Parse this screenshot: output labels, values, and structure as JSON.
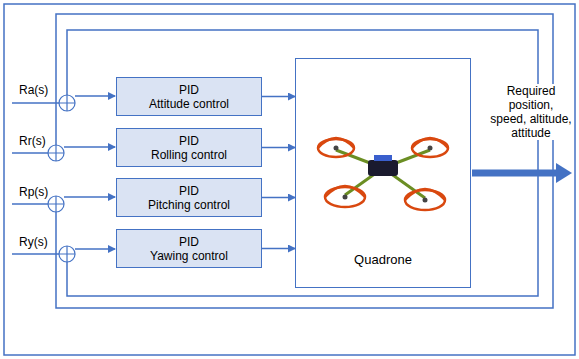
{
  "diagram": {
    "nodes": [
      {
        "text": [
          "PID",
          "Attitude control"
        ]
      },
      {
        "text": [
          "PID",
          "Rolling control"
        ]
      },
      {
        "text": [
          "PID",
          "Pitching control"
        ]
      },
      {
        "text": [
          "PID",
          "Yawing control"
        ]
      },
      {
        "text": [
          "Quadrone"
        ]
      }
    ],
    "edges": [
      {
        "from": 0,
        "to": 4,
        "arrow": "to"
      },
      {
        "from": 1,
        "to": 4,
        "arrow": "to"
      },
      {
        "from": 2,
        "to": 4,
        "arrow": "to"
      },
      {
        "from": 3,
        "to": 4,
        "arrow": "to"
      }
    ],
    "labels": [
      "Ra(s)",
      "Rr(s)",
      "Rp(s)",
      "Ry(s)",
      "Required position, speed, altitude, attitude"
    ]
  }
}
